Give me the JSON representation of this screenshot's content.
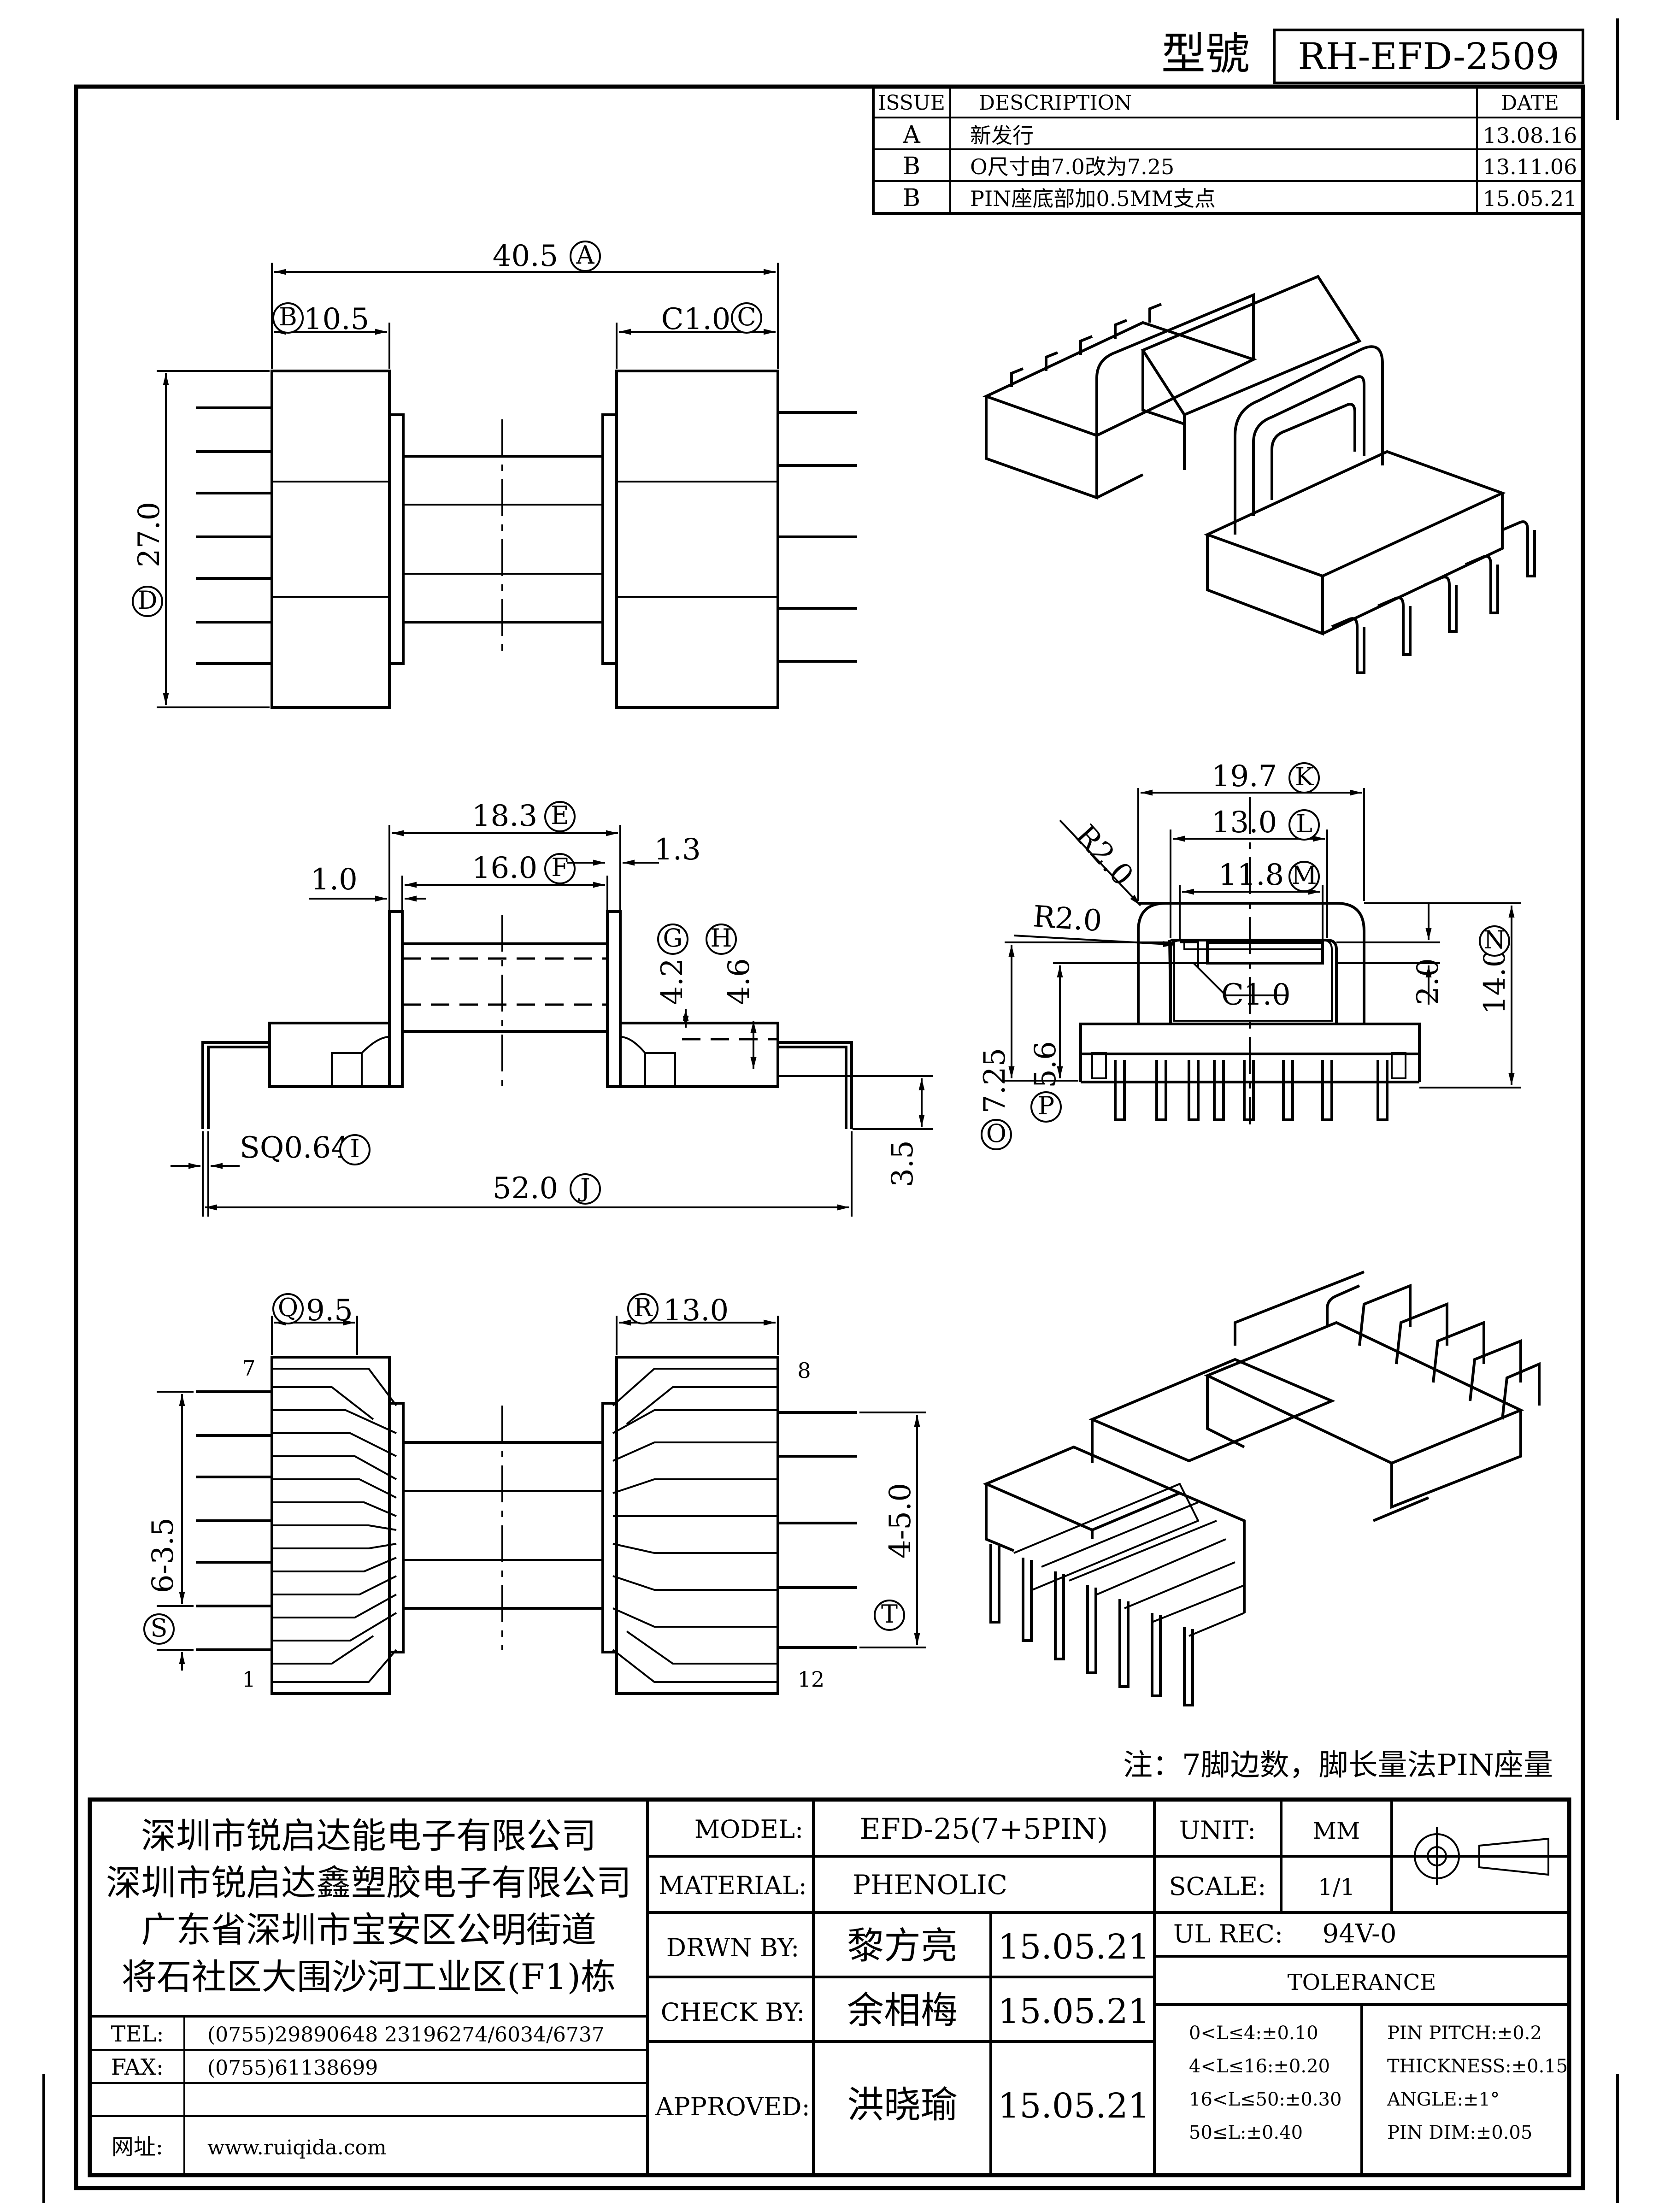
{
  "title": {
    "label": "型號",
    "model": "RH-EFD-2509"
  },
  "revisions": {
    "headers": [
      "ISSUE",
      "DESCRIPTION",
      "DATE"
    ],
    "rows": [
      {
        "issue": "A",
        "description": "新发行",
        "date": "13.08.16"
      },
      {
        "issue": "B",
        "description": "O尺寸由7.0改为7.25",
        "date": "13.11.06"
      },
      {
        "issue": "B",
        "description": "PIN座底部加0.5MM支点",
        "date": "15.05.21"
      }
    ]
  },
  "dimensions": {
    "A": "40.5",
    "B": "10.5",
    "C": "C1.0",
    "D": "27.0",
    "E": "18.3",
    "F": "16.0",
    "left_1": "1.0",
    "right_1": "1.3",
    "G": "4.2",
    "H": "4.6",
    "I": "SQ0.64",
    "J": "52.0",
    "pin_len": "3.5",
    "K": "19.7",
    "L": "13.0",
    "M": "11.8",
    "N": "14.0",
    "R_outer": "R2.0",
    "R_inner": "R2.0",
    "slot": "2.0",
    "O": "7.25",
    "P": "5.6",
    "Q": "9.5",
    "R": "13.0",
    "S": "6-3.5",
    "T": "4-5.0",
    "pin_7": "7",
    "pin_8": "8",
    "pin_1": "1",
    "pin_12": "12"
  },
  "letters": [
    "A",
    "B",
    "C",
    "D",
    "E",
    "F",
    "G",
    "H",
    "I",
    "J",
    "K",
    "L",
    "M",
    "N",
    "O",
    "P",
    "Q",
    "R",
    "S",
    "T"
  ],
  "note": "注：7脚边数，脚长量法PIN座量",
  "company": {
    "lines": [
      "深圳市锐启达能电子有限公司",
      "深圳市锐启达鑫塑胶电子有限公司",
      "广东省深圳市宝安区公明街道",
      "将石社区大围沙河工业区(F1)栋"
    ],
    "tel_label": "TEL:",
    "tel": "(0755)29890648  23196274/6034/6737",
    "fax_label": "FAX:",
    "fax": "(0755)61138699",
    "web_label": "网址:",
    "web": "www.ruiqida.com"
  },
  "titleblock": {
    "model_label": "MODEL:",
    "model": "EFD-25(7+5PIN)",
    "material_label": "MATERIAL:",
    "material": "PHENOLIC",
    "drawn_label": "DRWN BY:",
    "drawn": "黎方亮",
    "drawn_date": "15.05.21",
    "check_label": "CHECK BY:",
    "check": "余相梅",
    "check_date": "15.05.21",
    "approved_label": "APPROVED:",
    "approved": "洪晓瑜",
    "approved_date": "15.05.21",
    "unit_label": "UNIT:",
    "unit": "MM",
    "scale_label": "SCALE:",
    "scale": "1/1",
    "ul_label": "UL REC:",
    "ul": "94V-0",
    "tolerance_label": "TOLERANCE",
    "tolerance_left": [
      "0<L≤4:±0.10",
      "4<L≤16:±0.20",
      "16<L≤50:±0.30",
      "50≤L:±0.40"
    ],
    "tolerance_right": [
      "PIN PITCH:±0.2",
      "THICKNESS:±0.15",
      "ANGLE:±1°",
      "PIN DIM:±0.05"
    ]
  }
}
